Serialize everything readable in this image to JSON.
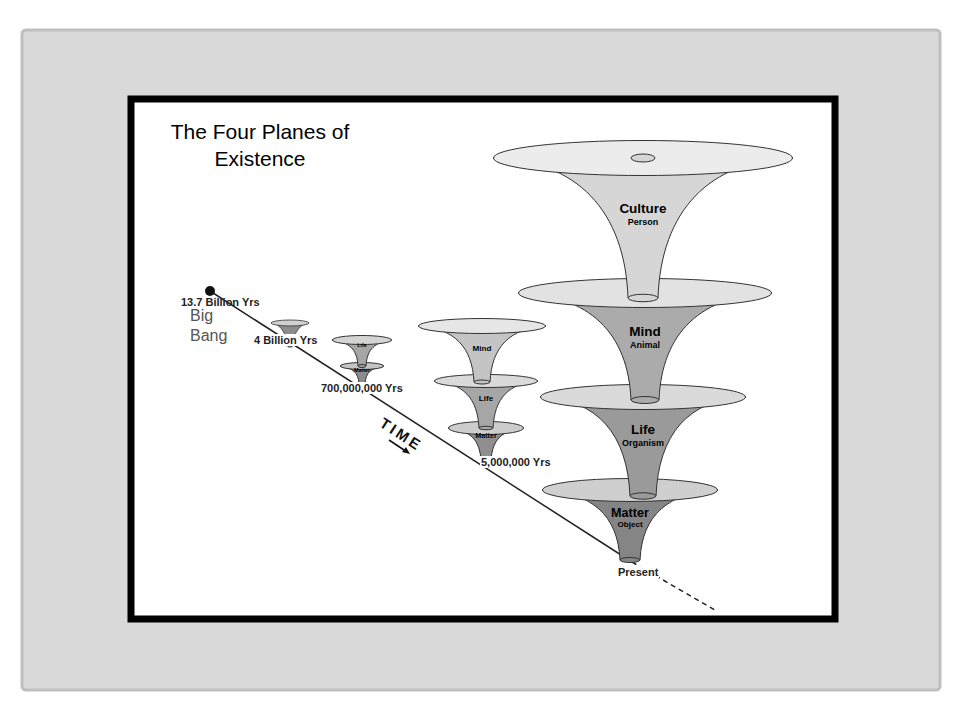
{
  "diagram": {
    "title": "The Four Planes of Existence",
    "nodes": [
      {
        "text": [
          "Life"
        ]
      },
      {
        "text": [
          "Matter"
        ]
      },
      {
        "text": [
          "Mind"
        ]
      },
      {
        "text": [
          "Life"
        ]
      },
      {
        "text": [
          "Matter"
        ]
      },
      {
        "text": [
          "Culture",
          "Person"
        ]
      },
      {
        "text": [
          "Mind",
          "Animal"
        ]
      },
      {
        "text": [
          "Life",
          "Organism"
        ]
      },
      {
        "text": [
          "Matter",
          "Object"
        ]
      }
    ],
    "labels": [
      "13.7 Billion Yrs",
      "Big Bang",
      "4 Billion Yrs",
      "700,000,000 Yrs",
      "TIME",
      "5,000,000 Yrs",
      "Present"
    ]
  }
}
